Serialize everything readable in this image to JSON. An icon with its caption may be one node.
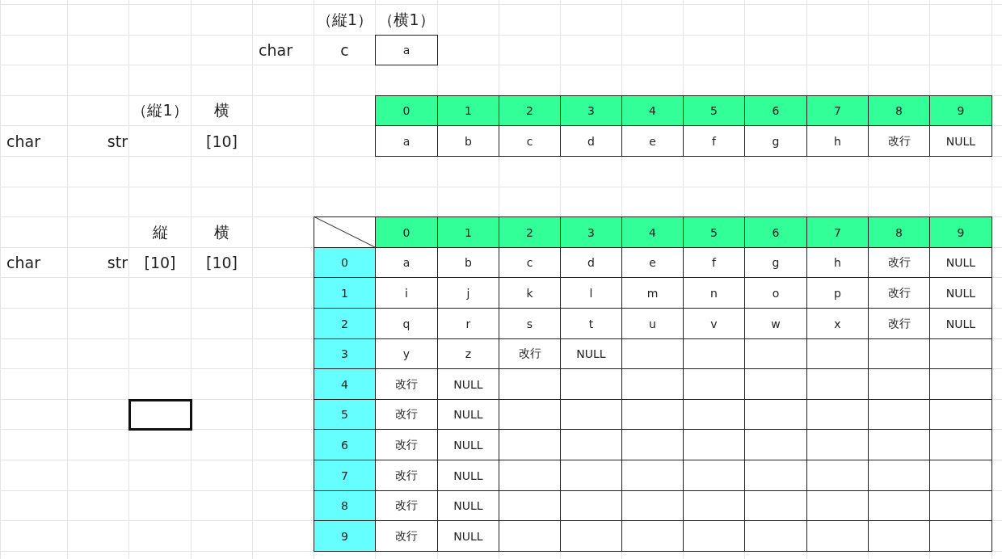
{
  "diagram": {
    "labels": [
      "（縦1）",
      "（横1）",
      "char",
      "c",
      "a",
      "（縦1）",
      "横",
      "0",
      "1",
      "2",
      "3",
      "4",
      "5",
      "6",
      "7",
      "8",
      "9",
      "char",
      "str",
      "[10]",
      "a",
      "b",
      "c",
      "d",
      "e",
      "f",
      "g",
      "h",
      "改行",
      "NULL",
      "縦",
      "横",
      "0",
      "1",
      "2",
      "3",
      "4",
      "5",
      "6",
      "7",
      "8",
      "9",
      "char",
      "str",
      "[10]",
      "[10]",
      "0",
      "a",
      "b",
      "c",
      "d",
      "e",
      "f",
      "g",
      "h",
      "改行",
      "NULL",
      "1",
      "i",
      "j",
      "k",
      "l",
      "m",
      "n",
      "o",
      "p",
      "改行",
      "NULL",
      "2",
      "q",
      "r",
      "s",
      "t",
      "u",
      "v",
      "w",
      "x",
      "改行",
      "NULL",
      "3",
      "y",
      "z",
      "改行",
      "NULL",
      "4",
      "改行",
      "NULL",
      "5",
      "改行",
      "NULL",
      "6",
      "改行",
      "NULL",
      "7",
      "改行",
      "NULL",
      "8",
      "改行",
      "NULL",
      "9",
      "改行",
      "NULL"
    ]
  }
}
